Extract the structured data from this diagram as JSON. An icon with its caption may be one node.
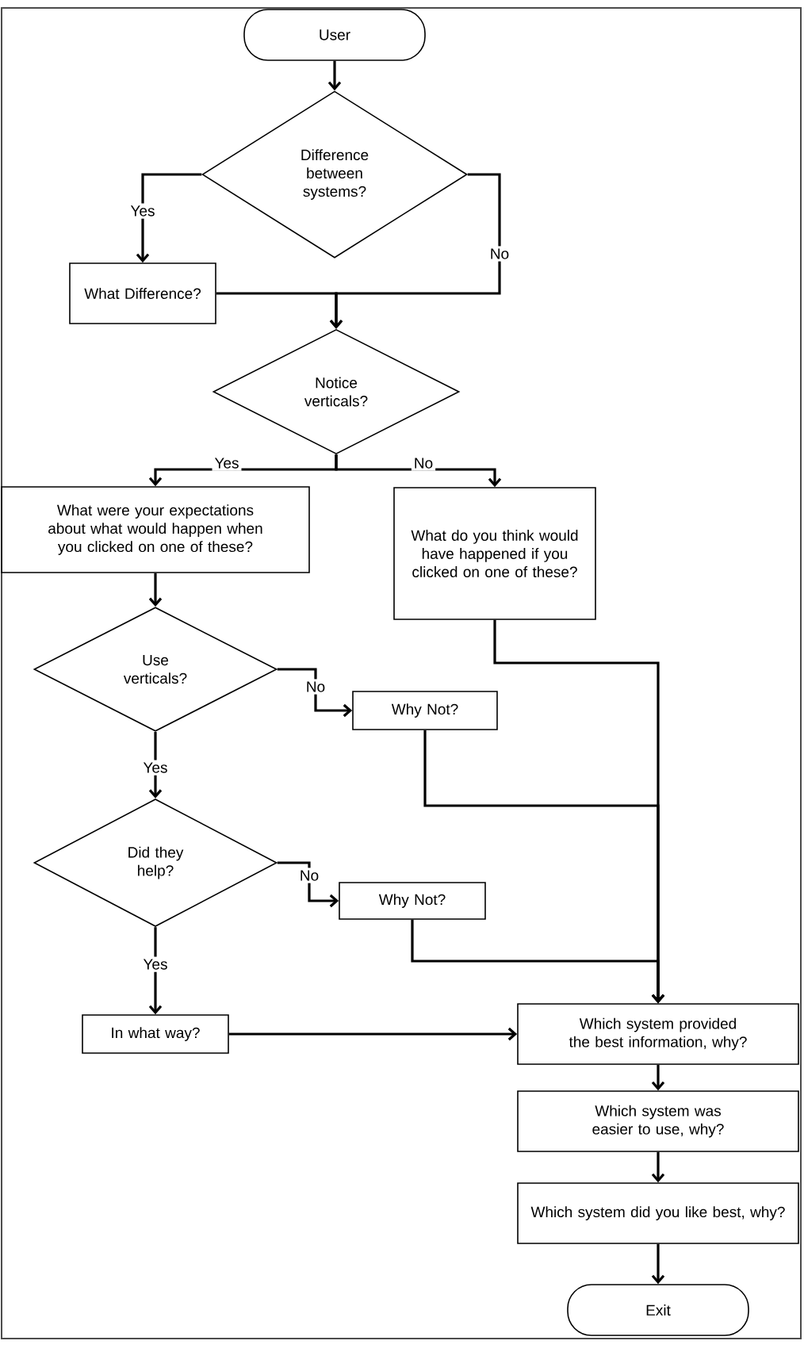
{
  "diagram": {
    "nodes": [
      {
        "text": [
          "User"
        ]
      },
      {
        "text": [
          "Difference between systems?"
        ]
      },
      {
        "text": [
          "What Difference?"
        ]
      },
      {
        "text": [
          "Notice verticals?"
        ]
      },
      {
        "text": [
          "What were your expectations about what would happen when you clicked on one of these?"
        ]
      },
      {
        "text": [
          "What do you think would have happened if you clicked on one of these?"
        ]
      },
      {
        "text": [
          "Use verticals?"
        ]
      },
      {
        "text": [
          "Why Not?"
        ]
      },
      {
        "text": [
          "Did they help?"
        ]
      },
      {
        "text": [
          "Why Not?"
        ]
      },
      {
        "text": [
          "In what way?"
        ]
      },
      {
        "text": [
          "Which system provided the best information, why?"
        ]
      },
      {
        "text": [
          "Which system was easier to use, why?"
        ]
      },
      {
        "text": [
          "Which system did you like best, why?"
        ]
      },
      {
        "text": [
          "Exit"
        ]
      }
    ],
    "edges": [
      {
        "from": 0,
        "to": 1,
        "arrow": "to"
      },
      {
        "from": 1,
        "to": 2,
        "arrow": "to",
        "label": "Yes"
      },
      {
        "from": 1,
        "to": 3,
        "arrow": "to",
        "label": "No"
      },
      {
        "from": 2,
        "to": 3,
        "arrow": "to"
      },
      {
        "from": 3,
        "to": 4,
        "arrow": "to",
        "label": "Yes"
      },
      {
        "from": 3,
        "to": 5,
        "arrow": "to",
        "label": "No"
      },
      {
        "from": 4,
        "to": 6,
        "arrow": "to"
      },
      {
        "from": 6,
        "to": 7,
        "arrow": "to",
        "label": "No"
      },
      {
        "from": 6,
        "to": 8,
        "arrow": "to",
        "label": "Yes"
      },
      {
        "from": 8,
        "to": 9,
        "arrow": "to",
        "label": "No"
      },
      {
        "from": 8,
        "to": 10,
        "arrow": "to",
        "label": "Yes"
      },
      {
        "from": 10,
        "to": 11,
        "arrow": "to"
      },
      {
        "from": 5,
        "to": 11,
        "arrow": "to"
      },
      {
        "from": 7,
        "to": 11,
        "arrow": "to"
      },
      {
        "from": 9,
        "to": 11,
        "arrow": "to"
      },
      {
        "from": 11,
        "to": 12,
        "arrow": "to"
      },
      {
        "from": 12,
        "to": 13,
        "arrow": "to"
      },
      {
        "from": 13,
        "to": 14,
        "arrow": "to"
      }
    ]
  }
}
